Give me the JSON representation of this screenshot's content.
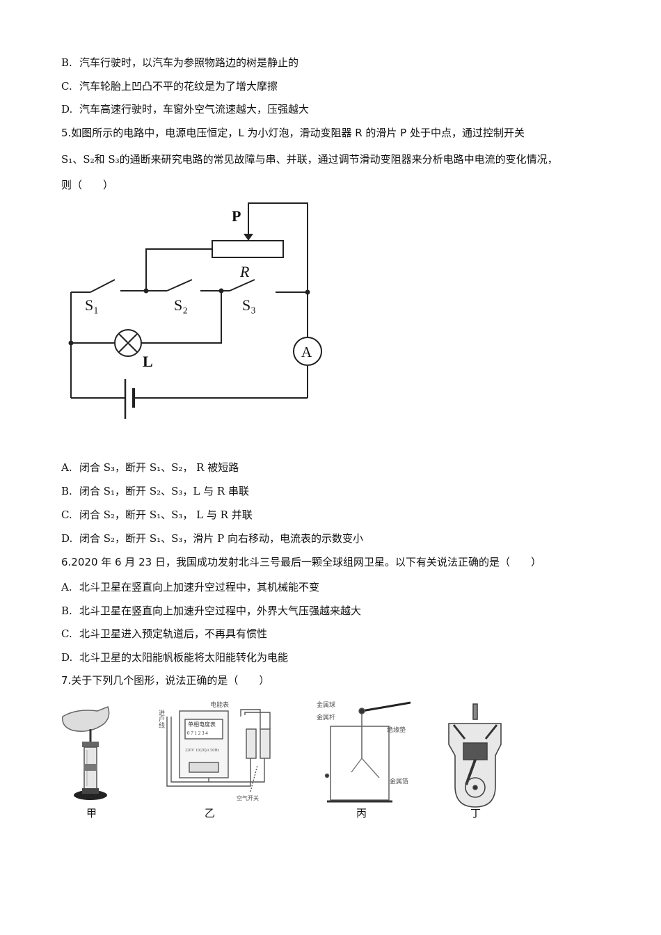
{
  "q4_options": [
    {
      "letter": "B.",
      "text": "汽车行驶时，以汽车为参照物路边的树是静止的"
    },
    {
      "letter": "C.",
      "text": "汽车轮胎上凹凸不平的花纹是为了增大摩擦"
    },
    {
      "letter": "D.",
      "text": "汽车高速行驶时，车窗外空气流速越大，压强越大"
    }
  ],
  "q5": {
    "line1": "5.如图所示的电路中，电源电压恒定，L 为小灯泡，滑动变阻器 R 的滑片 P 处于中点，通过控制开关",
    "line2": "S₁、S₂和 S₃的通断来研究电路的常见故障与串、并联，通过调节滑动变阻器来分析电路中电流的变化情况，",
    "line3": "则（　　）",
    "circuit": {
      "p": "P",
      "r": "R",
      "s1": "S₁",
      "s2": "S₂",
      "s3": "S₃",
      "lamp": "L",
      "meter": "A"
    },
    "options": [
      {
        "letter": "A.",
        "text": "闭合 S₃，断开 S₁、S₂， R 被短路"
      },
      {
        "letter": "B.",
        "text": "闭合 S₁，断开 S₂、S₃，L 与 R 串联"
      },
      {
        "letter": "C.",
        "text": "闭合 S₂，断开 S₁、S₃， L 与 R 并联"
      },
      {
        "letter": "D.",
        "text": "闭合 S₂，断开 S₁、S₃，滑片 P 向右移动，电流表的示数变小"
      }
    ]
  },
  "q6": {
    "stem": "6.2020 年 6 月 23 日，我国成功发射北斗三号最后一颗全球组网卫星。以下有关说法正确的是（　　）",
    "options": [
      {
        "letter": "A.",
        "text": "北斗卫星在竖直向上加速升空过程中，其机械能不变"
      },
      {
        "letter": "B.",
        "text": "北斗卫星在竖直向上加速升空过程中，外界大气压强越来越大"
      },
      {
        "letter": "C.",
        "text": "北斗卫星进入预定轨道后，不再具有惯性"
      },
      {
        "letter": "D.",
        "text": "北斗卫星的太阳能帆板能将太阳能转化为电能"
      }
    ]
  },
  "q7": {
    "stem": "7.关于下列几个图形，说法正确的是（　　）",
    "captions": [
      "甲",
      "乙",
      "丙",
      "丁"
    ],
    "meter_labels": {
      "in_line": "进户线",
      "meter": "电能表",
      "face_title": "单相电度表",
      "reading": "0 7 1 2 3 4",
      "spec": "220V 10(20)A 50Hz",
      "switch": "空气开关"
    },
    "electroscope_labels": {
      "ball": "金属球",
      "rod": "金属杆",
      "pad": "绝缘垫",
      "foil": "金属箔"
    }
  }
}
